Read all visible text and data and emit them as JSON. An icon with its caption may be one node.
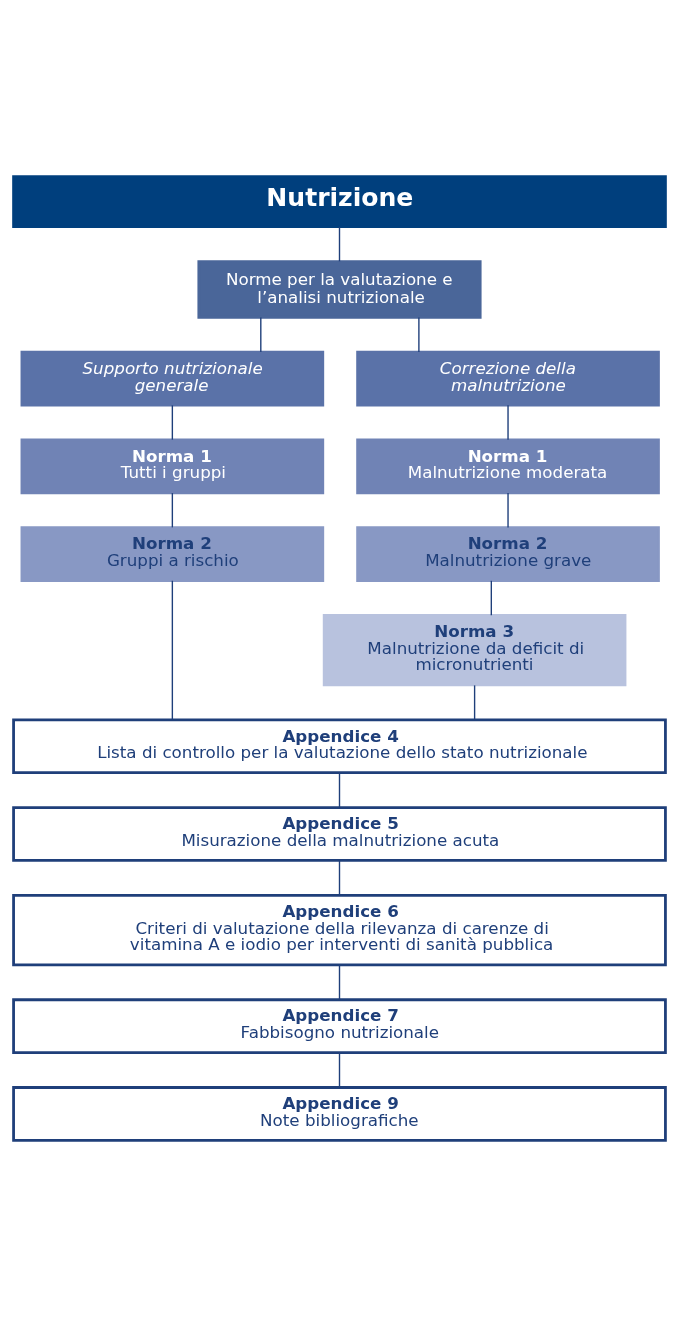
{
  "diagram": {
    "nodes": [
      {
        "text": [
          "Nutrizione"
        ]
      },
      {
        "text": [
          "Norme per la valutazione e l’analisi nutrizionale"
        ]
      },
      {
        "text": [
          "Supporto nutrizionale generale"
        ]
      },
      {
        "text": [
          "Correzione della malnutrizione"
        ]
      },
      {
        "text": [
          "Norma 1",
          "Tutti i gruppi"
        ]
      },
      {
        "text": [
          "Norma 2",
          "Gruppi a rischio"
        ]
      },
      {
        "text": [
          "Norma 1",
          "Malnutrizione moderata"
        ]
      },
      {
        "text": [
          "Norma 2",
          "Malnutrizione grave"
        ]
      },
      {
        "text": [
          "Norma 3",
          "Malnutrizione da deficit di micronutrienti"
        ]
      },
      {
        "text": [
          "Appendice 4",
          "Lista di controllo per la valutazione dello stato nutrizionale"
        ]
      },
      {
        "text": [
          "Appendice 5",
          "Misurazione della malnutrizione acuta"
        ]
      },
      {
        "text": [
          "Appendice 6",
          "Criteri di valutazione della rilevanza di carenze di vitamina A e iodio per interventi di sanità pubblica"
        ]
      },
      {
        "text": [
          "Appendice 7",
          "Fabbisogno nutrizionale"
        ]
      },
      {
        "text": [
          "Appendice 9",
          "Note bibliografiche"
        ]
      }
    ],
    "edges": [
      {
        "from": 0,
        "to": 1,
        "arrow": "none"
      },
      {
        "from": 1,
        "to": 2,
        "arrow": "none"
      },
      {
        "from": 1,
        "to": 3,
        "arrow": "none"
      },
      {
        "from": 2,
        "to": 4,
        "arrow": "none"
      },
      {
        "from": 4,
        "to": 5,
        "arrow": "none"
      },
      {
        "from": 3,
        "to": 6,
        "arrow": "none"
      },
      {
        "from": 6,
        "to": 7,
        "arrow": "none"
      },
      {
        "from": 7,
        "to": 8,
        "arrow": "none"
      },
      {
        "from": 5,
        "to": 9,
        "arrow": "none"
      },
      {
        "from": 8,
        "to": 9,
        "arrow": "none"
      },
      {
        "from": 9,
        "to": 10,
        "arrow": "none"
      },
      {
        "from": 10,
        "to": 11,
        "arrow": "none"
      },
      {
        "from": 11,
        "to": 12,
        "arrow": "none"
      },
      {
        "from": 12,
        "to": 13,
        "arrow": "none"
      }
    ]
  }
}
